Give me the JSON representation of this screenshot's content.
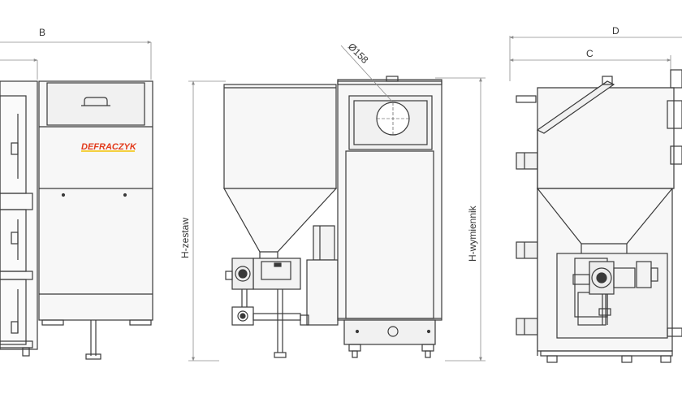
{
  "dimensions": {
    "b": "B",
    "d": "D",
    "c": "C",
    "diameter": "Ø158",
    "h_set": "H-zestaw",
    "h_exchanger": "H-wymiennik"
  },
  "brand": {
    "logo_text": "DEFRACZYK",
    "logo_color": "#e23b1c",
    "logo_accent": "#f3c200"
  },
  "colors": {
    "line": "#3a3a3a",
    "dim_line": "#8c8c8c",
    "panel_fill": "#f4f4f4"
  }
}
